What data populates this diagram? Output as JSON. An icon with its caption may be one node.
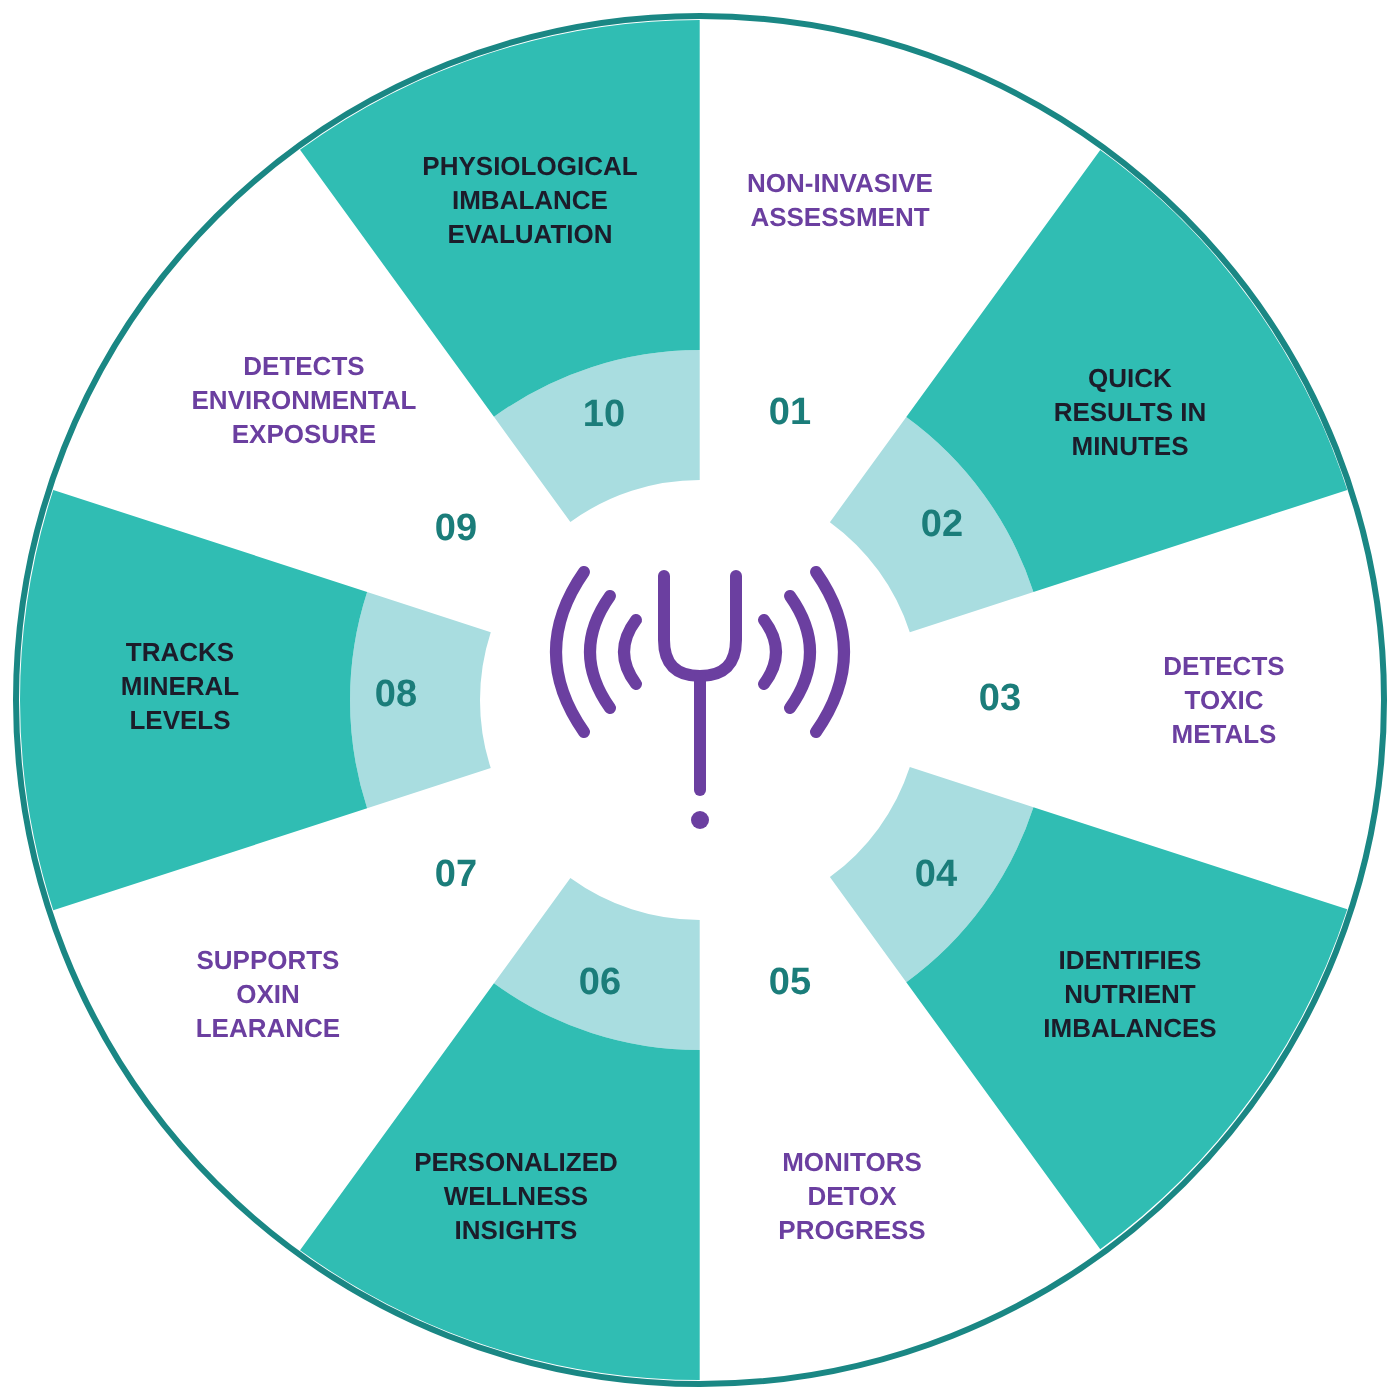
{
  "diagram": {
    "nodes": [
      {
        "text": [
          "NON-INVASIVE ASSESSMENT",
          "01"
        ]
      },
      {
        "text": [
          "QUICK RESULTS IN MINUTES",
          "02"
        ]
      },
      {
        "text": [
          "03",
          "DETECTS TOXIC METALS"
        ]
      },
      {
        "text": [
          "04",
          "IDENTIFIES NUTRIENT IMBALANCES"
        ]
      },
      {
        "text": [
          "05",
          "MONITORS DETOX PROGRESS"
        ]
      },
      {
        "text": [
          "06",
          "PERSONALIZED WELLNESS INSIGHTS"
        ]
      },
      {
        "text": [
          "07",
          "SUPPORTS OXIN LEARANCE"
        ]
      },
      {
        "text": [
          "TRACKS MINERAL LEVELS",
          "08"
        ]
      },
      {
        "text": [
          "DETECTS ENVIRONMENTAL EXPOSURE",
          "09"
        ]
      },
      {
        "text": [
          "PHYSIOLOGICAL IMBALANCE EVALUATION",
          "10"
        ]
      }
    ]
  }
}
